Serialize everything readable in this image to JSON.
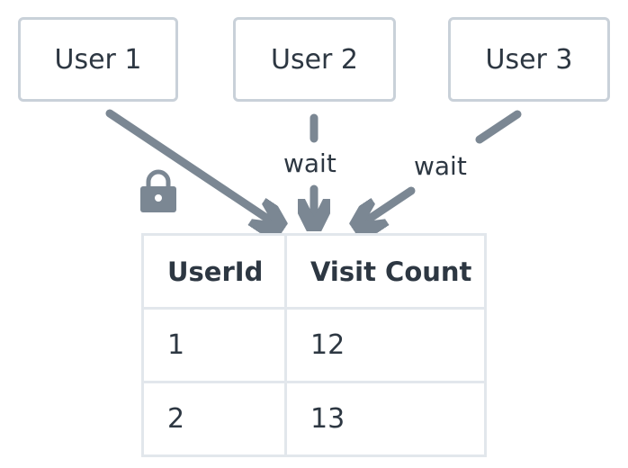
{
  "users": [
    {
      "label": "User 1"
    },
    {
      "label": "User 2"
    },
    {
      "label": "User 3"
    }
  ],
  "wait_labels": [
    "wait",
    "wait"
  ],
  "lock_icon": "lock-icon",
  "table": {
    "headers": [
      "UserId",
      "Visit Count"
    ],
    "rows": [
      [
        "1",
        "12"
      ],
      [
        "2",
        "13"
      ]
    ]
  },
  "colors": {
    "arrow": "#7b8793",
    "border": "#c9d1d9",
    "text": "#2d3742"
  }
}
